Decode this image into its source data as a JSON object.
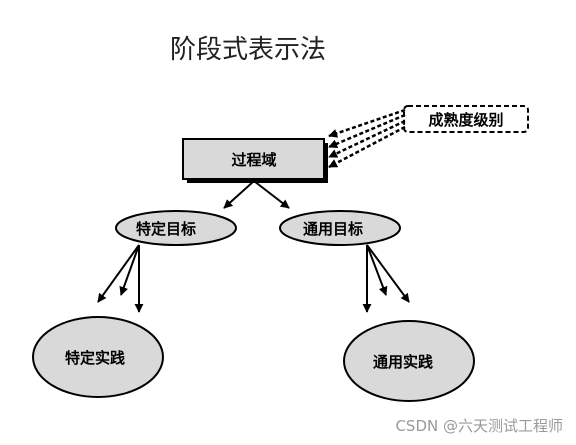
{
  "title": "阶段式表示法",
  "nodes": {
    "maturity_level": "成熟度级别",
    "process_area": "过程域",
    "specific_goal": "特定目标",
    "generic_goal": "通用目标",
    "specific_practice": "特定实践",
    "generic_practice": "通用实践"
  },
  "watermark": "CSDN @六天测试工程师",
  "colors": {
    "node_fill": "#d9d9d9",
    "stroke": "#000000",
    "maturity_box_fill": "#ffffff"
  }
}
